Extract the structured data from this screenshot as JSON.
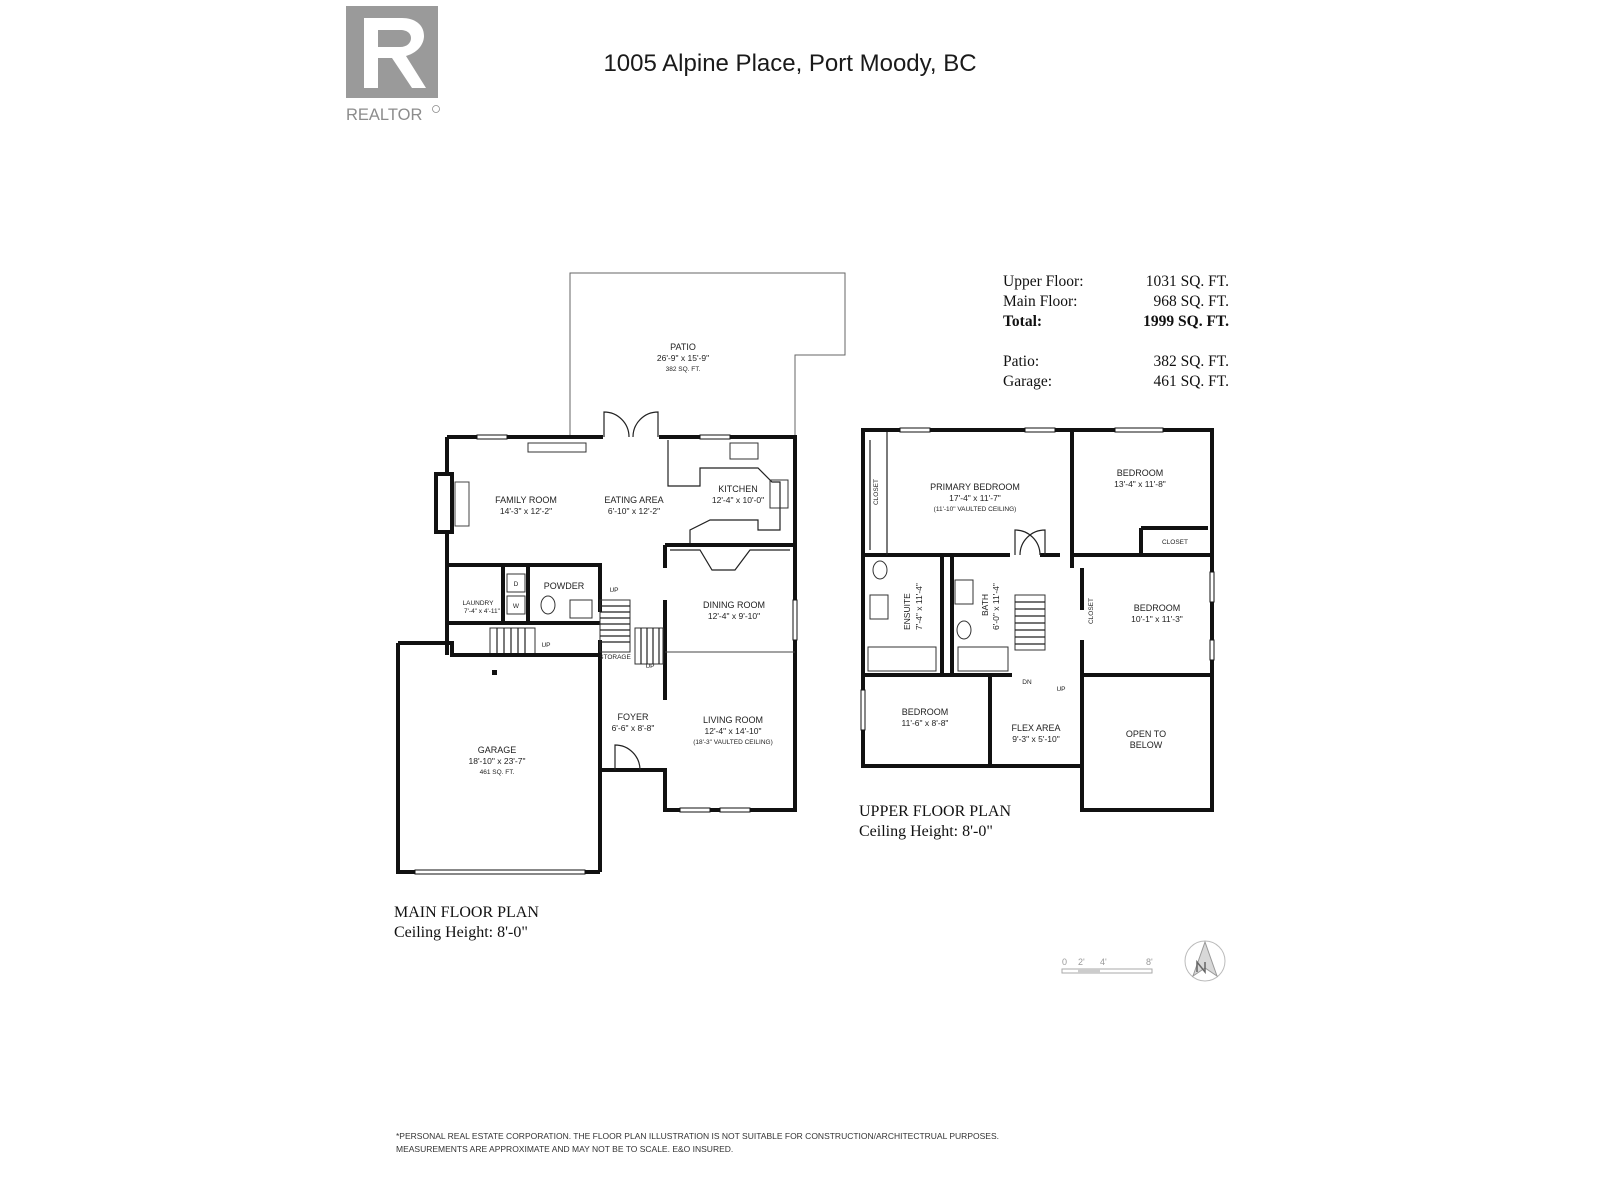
{
  "header": {
    "logo_text": "REALTOR",
    "address": "1005 Alpine Place, Port Moody, BC"
  },
  "areas": {
    "upper_floor": {
      "label": "Upper Floor:",
      "value": "1031 SQ. FT."
    },
    "main_floor": {
      "label": "Main Floor:",
      "value": "968 SQ. FT."
    },
    "total": {
      "label": "Total:",
      "value": "1999 SQ. FT."
    },
    "patio": {
      "label": "Patio:",
      "value": "382 SQ. FT."
    },
    "garage": {
      "label": "Garage:",
      "value": "461 SQ. FT."
    }
  },
  "main_floor": {
    "title": "MAIN FLOOR PLAN",
    "ceiling": "Ceiling Height: 8'-0\"",
    "rooms": {
      "patio": {
        "name": "PATIO",
        "dims": "26'-9\" x 15'-9\"",
        "area": "382 SQ. FT."
      },
      "family_room": {
        "name": "FAMILY ROOM",
        "dims": "14'-3\" x 12'-2\""
      },
      "eating_area": {
        "name": "EATING AREA",
        "dims": "6'-10\" x 12'-2\""
      },
      "kitchen": {
        "name": "KITCHEN",
        "dims": "12'-4\" x 10'-0\""
      },
      "powder": {
        "name": "POWDER"
      },
      "laundry": {
        "name": "LAUNDRY",
        "dims": "7'-4\" x 4'-11\""
      },
      "dining_room": {
        "name": "DINING ROOM",
        "dims": "12'-4\" x 9'-10\""
      },
      "storage": {
        "name": "STORAGE"
      },
      "garage": {
        "name": "GARAGE",
        "dims": "18'-10\" x 23'-7\"",
        "area": "461 SQ. FT."
      },
      "foyer": {
        "name": "FOYER",
        "dims": "6'-6\" x 8'-8\""
      },
      "living_room": {
        "name": "LIVING ROOM",
        "dims": "12'-4\" x 14'-10\"",
        "note": "(18'-3\" VAULTED CEILING)"
      }
    },
    "marks": {
      "up": "UP",
      "w": "W",
      "d": "D"
    }
  },
  "upper_floor": {
    "title": "UPPER FLOOR PLAN",
    "ceiling": "Ceiling Height: 8'-0\"",
    "rooms": {
      "primary_bedroom": {
        "name": "PRIMARY BEDROOM",
        "dims": "17'-4\" x 11'-7\"",
        "note": "(11'-10\" VAULTED CEILING)"
      },
      "bedroom_ne": {
        "name": "BEDROOM",
        "dims": "13'-4\" x 11'-8\""
      },
      "bedroom_e": {
        "name": "BEDROOM",
        "dims": "10'-1\" x 11'-3\""
      },
      "ensuite": {
        "name": "ENSUITE",
        "dims": "7'-4\" x 11'-4\""
      },
      "bath": {
        "name": "BATH",
        "dims": "6'-0\" x 11'-4\""
      },
      "bedroom_sw": {
        "name": "BEDROOM",
        "dims": "11'-6\" x 8'-8\""
      },
      "flex_area": {
        "name": "FLEX AREA",
        "dims": "9'-3\" x 5'-10\""
      },
      "open_below": {
        "line1": "OPEN TO",
        "line2": "BELOW"
      }
    },
    "marks": {
      "closet": "CLOSET",
      "up": "UP",
      "dn": "DN"
    }
  },
  "scale_bar": {
    "ticks": [
      "0",
      "2'",
      "4'",
      "8'"
    ]
  },
  "disclaimer": {
    "line1": "*PERSONAL REAL ESTATE CORPORATION. THE FLOOR PLAN ILLUSTRATION IS NOT SUITABLE FOR CONSTRUCTION/ARCHITECTRUAL PURPOSES.",
    "line2": "MEASUREMENTS ARE APPROXIMATE AND MAY NOT BE TO SCALE. E&O INSURED."
  }
}
